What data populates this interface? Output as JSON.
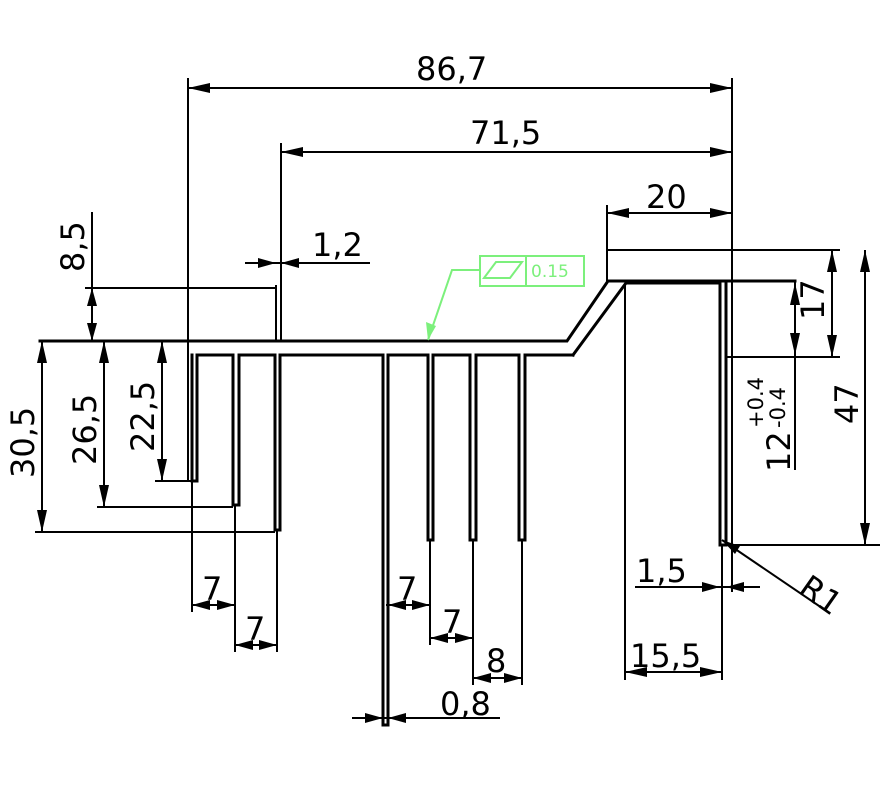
{
  "dimensions": {
    "overall_width": "86,7",
    "top_span": "71,5",
    "step_width": "20",
    "wall_thickness": "1,2",
    "top_offset": "8,5",
    "fin_depth_outer": "30,5",
    "fin_depth_mid": "26,5",
    "fin_depth_inner": "22,5",
    "step_height": "17",
    "overall_height": "47",
    "tol_plus": "+0.4",
    "tol_minus": "-0.4",
    "nominal_12": "12",
    "pitch_a": "7",
    "pitch_b": "7",
    "pitch_c": "7",
    "pitch_d": "7",
    "pitch_e": "8",
    "fin_thickness": "0,8",
    "tip_width": "1,5",
    "foot_width": "15,5",
    "radius": "R1"
  },
  "flatness_tolerance": {
    "symbol": "flatness",
    "value": "0.15",
    "color": "#7cf07c"
  },
  "line_color": "#000000"
}
